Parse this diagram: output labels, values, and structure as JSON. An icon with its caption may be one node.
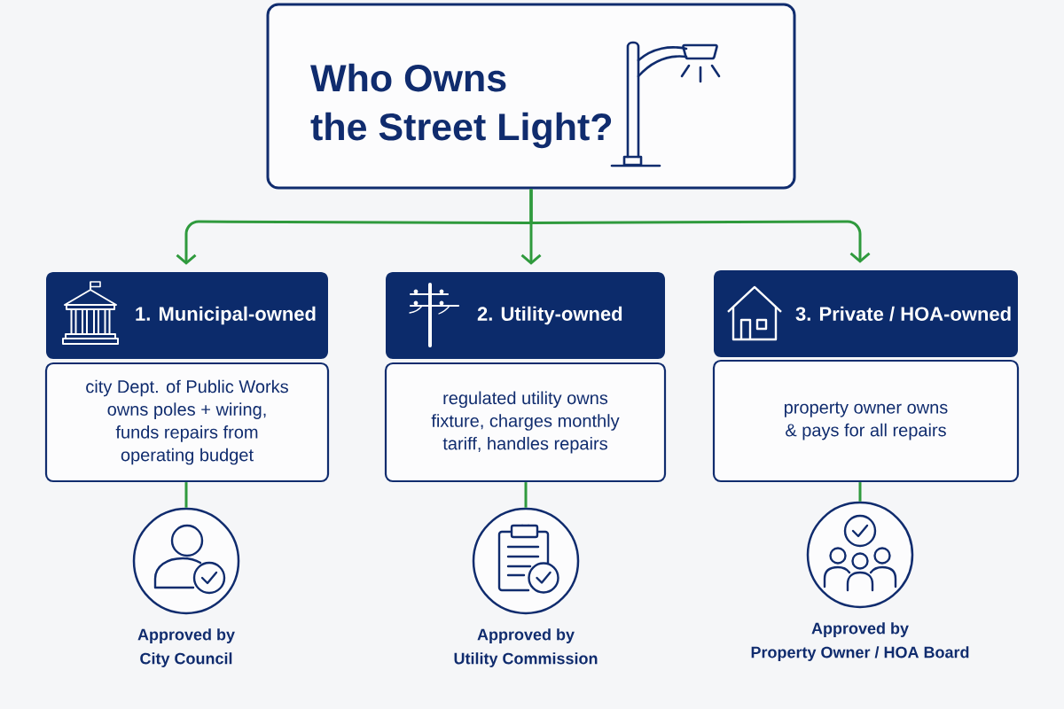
{
  "diagram": {
    "nodes": [
      {
        "text": [
          "Who Owns the Street Light?"
        ]
      },
      {
        "text": [
          "1. Municipal-owned"
        ]
      },
      {
        "text": [
          "city Dept. of Public Works owns poles + wiring, funds repairs from operating budget"
        ]
      },
      {
        "text": [],
        "shape": "circle",
        "beside": [
          "Approved by City Council"
        ]
      },
      {
        "text": [
          "2. Utility-owned"
        ]
      },
      {
        "text": [
          "regulated utility owns fixture, charges monthly tariff, handles repairs"
        ]
      },
      {
        "text": [],
        "shape": "circle",
        "beside": [
          "Approved by Utility Commission"
        ]
      },
      {
        "text": [
          "3. Private / HOA-owned"
        ]
      },
      {
        "text": [
          "property owner owns & pays for all repairs"
        ]
      },
      {
        "text": [],
        "shape": "circle",
        "beside": [
          "Approved by Property Owner / HOA Board"
        ]
      }
    ],
    "edges": [
      {
        "from": 0,
        "to": 1,
        "arrow": "to"
      },
      {
        "from": 0,
        "to": 4,
        "arrow": "to"
      },
      {
        "from": 0,
        "to": 7,
        "arrow": "to"
      },
      {
        "from": 2,
        "to": 3,
        "arrow": "none"
      },
      {
        "from": 5,
        "to": 6,
        "arrow": "none"
      },
      {
        "from": 8,
        "to": 9,
        "arrow": "none"
      }
    ]
  }
}
